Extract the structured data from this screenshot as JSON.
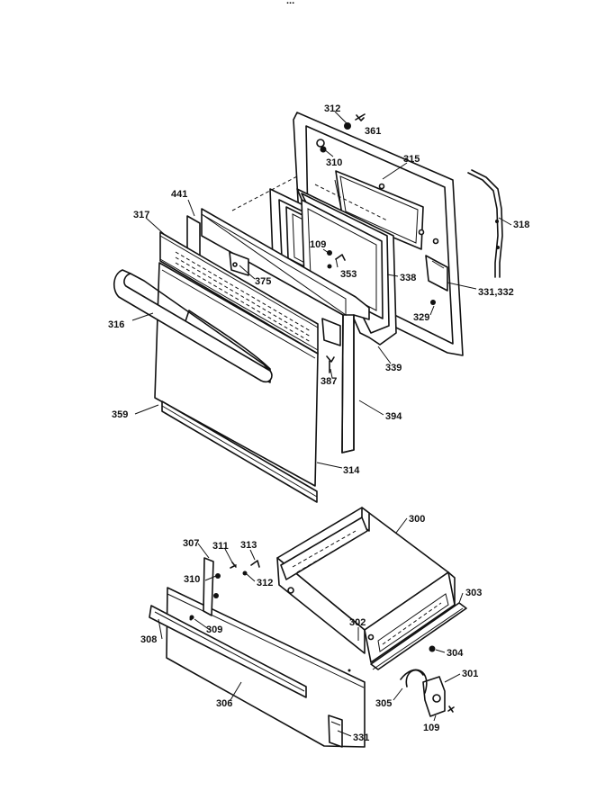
{
  "header_fragment": "...",
  "parts": [
    {
      "id": "p312a",
      "text": "312"
    },
    {
      "id": "p361",
      "text": "361"
    },
    {
      "id": "p310a",
      "text": "310"
    },
    {
      "id": "p315",
      "text": "315"
    },
    {
      "id": "p318",
      "text": "318"
    },
    {
      "id": "p441",
      "text": "441"
    },
    {
      "id": "p317",
      "text": "317"
    },
    {
      "id": "p109a",
      "text": "109"
    },
    {
      "id": "p353",
      "text": "353"
    },
    {
      "id": "p375",
      "text": "375"
    },
    {
      "id": "p338",
      "text": "338"
    },
    {
      "id": "p331332",
      "text": "331,332"
    },
    {
      "id": "p316",
      "text": "316"
    },
    {
      "id": "p329",
      "text": "329"
    },
    {
      "id": "p339",
      "text": "339"
    },
    {
      "id": "p387",
      "text": "387"
    },
    {
      "id": "p359",
      "text": "359"
    },
    {
      "id": "p394",
      "text": "394"
    },
    {
      "id": "p314",
      "text": "314"
    },
    {
      "id": "p300",
      "text": "300"
    },
    {
      "id": "p307",
      "text": "307"
    },
    {
      "id": "p311",
      "text": "311"
    },
    {
      "id": "p313",
      "text": "313"
    },
    {
      "id": "p312b",
      "text": "312"
    },
    {
      "id": "p310b",
      "text": "310"
    },
    {
      "id": "p303",
      "text": "303"
    },
    {
      "id": "p309",
      "text": "309"
    },
    {
      "id": "p302",
      "text": "302"
    },
    {
      "id": "p308",
      "text": "308"
    },
    {
      "id": "p304",
      "text": "304"
    },
    {
      "id": "p301",
      "text": "301"
    },
    {
      "id": "p306",
      "text": "306"
    },
    {
      "id": "p305",
      "text": "305"
    },
    {
      "id": "p109b",
      "text": "109"
    },
    {
      "id": "p331",
      "text": "331"
    }
  ]
}
